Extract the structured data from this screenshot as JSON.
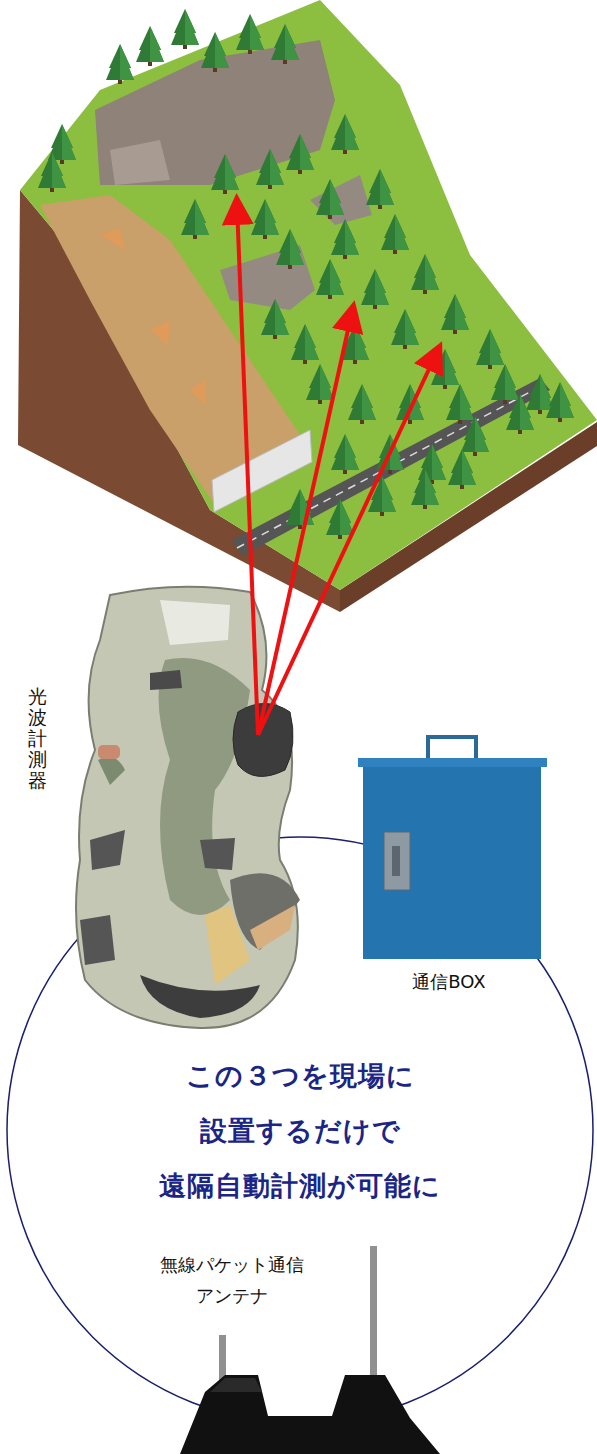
{
  "diagram": {
    "nodes": [
      {
        "text": [
          "この３つを現場に 設置するだけで 遠隔自動計測が可能に"
        ]
      }
    ],
    "labels": [
      "光波計測器",
      "通信BOX",
      "無線パケット通信 アンテナ"
    ]
  }
}
